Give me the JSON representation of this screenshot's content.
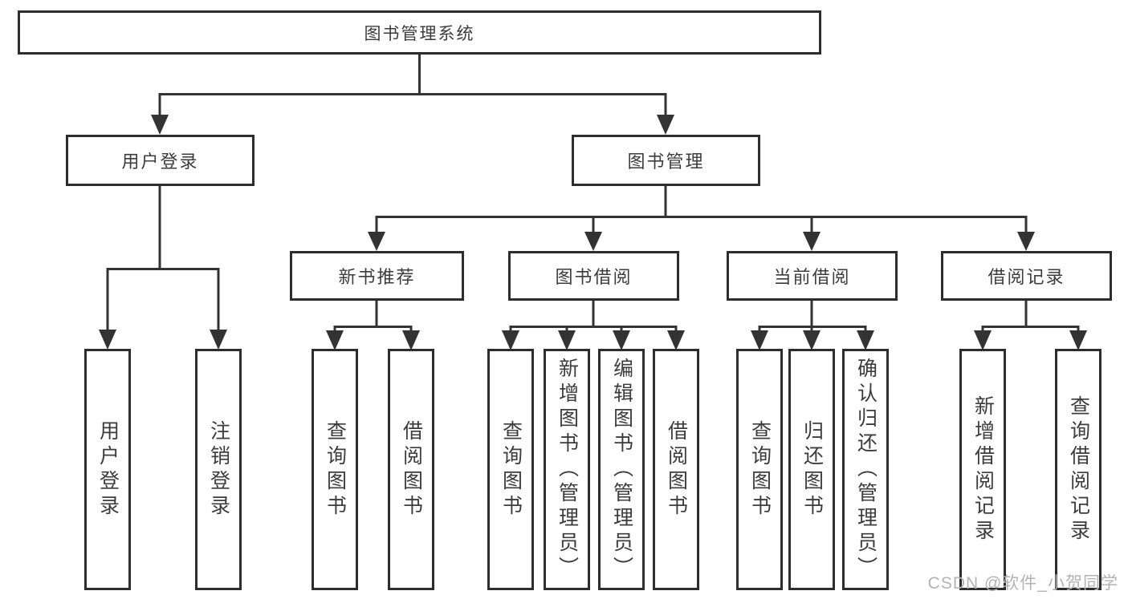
{
  "diagram_title": "图书管理系统",
  "tree": {
    "root": "图书管理系统",
    "branches": [
      {
        "label": "用户登录",
        "children": [
          "用户登录",
          "注销登录"
        ]
      },
      {
        "label": "图书管理",
        "children": [
          {
            "label": "新书推荐",
            "children": [
              "查询图书",
              "借阅图书"
            ]
          },
          {
            "label": "图书借阅",
            "children": [
              "查询图书",
              "新增图书（管理员）",
              "编辑图书（管理员）",
              "借阅图书"
            ]
          },
          {
            "label": "当前借阅",
            "children": [
              "查询图书",
              "归还图书",
              "确认归还（管理员）"
            ]
          },
          {
            "label": "借阅记录",
            "children": [
              "新增借阅记录",
              "查询借阅记录"
            ]
          }
        ]
      }
    ]
  },
  "watermark": {
    "text": "CSDN @软件_小贺同学",
    "color": "#b3b3b3"
  },
  "colors": {
    "background": "#ffffff",
    "line": "#333333",
    "box_border": "#2d2d2d",
    "text": "#3c3c3c"
  }
}
